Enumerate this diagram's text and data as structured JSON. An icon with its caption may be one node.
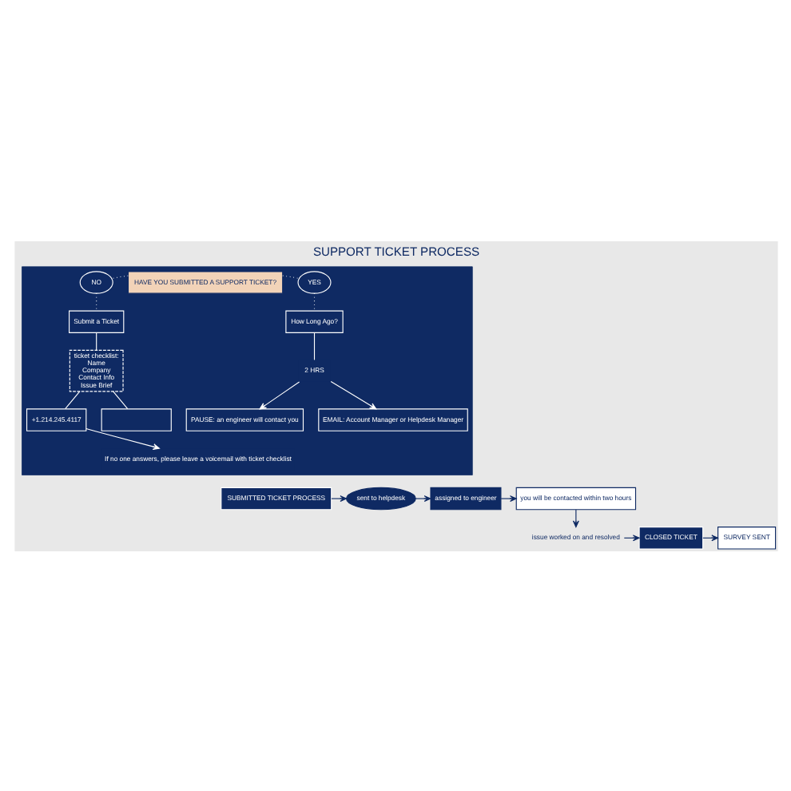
{
  "diagram": {
    "title": "SUPPORT TICKET PROCESS",
    "nodes": [
      {
        "text": [],
        "shape": "box"
      },
      {
        "text": [
          "HAVE YOU SUBMITTED A SUPPORT TICKET?"
        ],
        "in": 0
      },
      {
        "text": [
          "NO"
        ],
        "in": 0
      },
      {
        "text": [
          "YES"
        ],
        "in": 0
      },
      {
        "text": [
          "Submit a Ticket"
        ],
        "in": 0
      },
      {
        "text": [
          "How Long Ago?"
        ],
        "in": 0
      },
      {
        "text": [
          "ticket checklist:",
          "Name",
          "Company",
          "Contact Info",
          "Issue Brief"
        ],
        "in": 0
      },
      {
        "text": [
          "+1.214.245.4117"
        ],
        "in": 0
      },
      {
        "text": [
          "If no one answers, please leave a voicemail with ticket checklist"
        ],
        "in": 0
      },
      {
        "text": [],
        "shape": "box",
        "in": 0
      },
      {
        "text": [
          "2 HRS"
        ],
        "in": 0
      },
      {
        "text": [
          "PAUSE: an engineer will contact you"
        ],
        "in": 0
      },
      {
        "text": [
          "EMAIL: Account Manager or Helpdesk Manager"
        ],
        "in": 0
      },
      {
        "text": [
          "SUBMITTED TICKET PROCESS"
        ]
      },
      {
        "text": [
          "sent to helpdesk"
        ]
      },
      {
        "text": [
          "assigned to engineer"
        ]
      },
      {
        "text": [
          "you will be contacted within two hours"
        ]
      },
      {
        "text": [
          "issue worked on and resolved"
        ]
      },
      {
        "text": [
          "CLOSED TICKET"
        ]
      },
      {
        "text": [
          "SURVEY SENT"
        ]
      }
    ],
    "edges": [
      {
        "from": 1,
        "to": 2,
        "arrow": "none",
        "style": "dashed"
      },
      {
        "from": 1,
        "to": 3,
        "arrow": "none",
        "style": "dashed"
      },
      {
        "from": 2,
        "to": 4,
        "arrow": "none",
        "style": "dashed"
      },
      {
        "from": 3,
        "to": 5,
        "arrow": "none",
        "style": "dashed"
      },
      {
        "from": 4,
        "to": 6,
        "arrow": "none"
      },
      {
        "from": 6,
        "to": 7,
        "arrow": "none"
      },
      {
        "from": 6,
        "to": 9,
        "arrow": "none"
      },
      {
        "from": 7,
        "to": 8,
        "arrow": "to"
      },
      {
        "from": 5,
        "to": 10,
        "arrow": "none"
      },
      {
        "from": 10,
        "to": 11,
        "arrow": "to"
      },
      {
        "from": 10,
        "to": 12,
        "arrow": "to"
      },
      {
        "from": 13,
        "to": 14,
        "arrow": "to",
        "color": "#0f2a63"
      },
      {
        "from": 14,
        "to": 15,
        "arrow": "to",
        "color": "#0f2a63"
      },
      {
        "from": 15,
        "to": 16,
        "arrow": "to",
        "color": "#0f2a63"
      },
      {
        "from": 16,
        "to": 17,
        "arrow": "to",
        "color": "#0f2a63"
      },
      {
        "from": 17,
        "to": 18,
        "arrow": "to",
        "color": "#0f2a63"
      },
      {
        "from": 18,
        "to": 19,
        "arrow": "to",
        "color": "#0f2a63"
      }
    ]
  }
}
